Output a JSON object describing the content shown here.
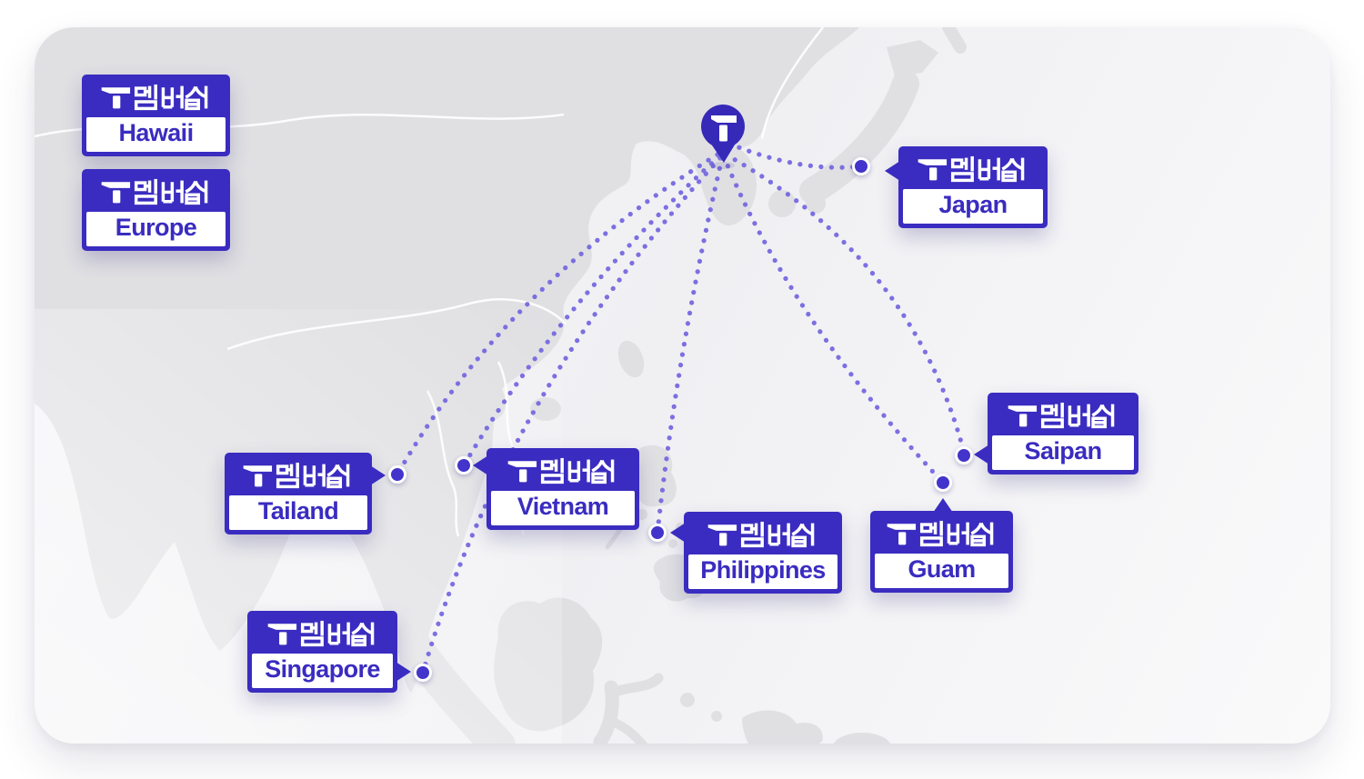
{
  "brand": {
    "membership_label": "T 멤버십",
    "logo_letter": "T"
  },
  "map": {
    "origin_pin": {
      "label": "T"
    },
    "locations": [
      {
        "id": "hawaii",
        "name": "Hawaii",
        "connected": false
      },
      {
        "id": "europe",
        "name": "Europe",
        "connected": false
      },
      {
        "id": "japan",
        "name": "Japan",
        "connected": true
      },
      {
        "id": "saipan",
        "name": "Saipan",
        "connected": true
      },
      {
        "id": "guam",
        "name": "Guam",
        "connected": true
      },
      {
        "id": "philippines",
        "name": "Philippines",
        "connected": true
      },
      {
        "id": "vietnam",
        "name": "Vietnam",
        "connected": true
      },
      {
        "id": "tailand",
        "name": "Tailand",
        "connected": true
      },
      {
        "id": "singapore",
        "name": "Singapore",
        "connected": true
      }
    ]
  },
  "colors": {
    "badge_purple": "#3a2cc0",
    "pin_purple": "#3629b8",
    "route_line": "#7669e0",
    "endpoint_dot": "#4334cb",
    "land_gray": "#e0e0e3",
    "card_background": "#f2f2f5"
  }
}
